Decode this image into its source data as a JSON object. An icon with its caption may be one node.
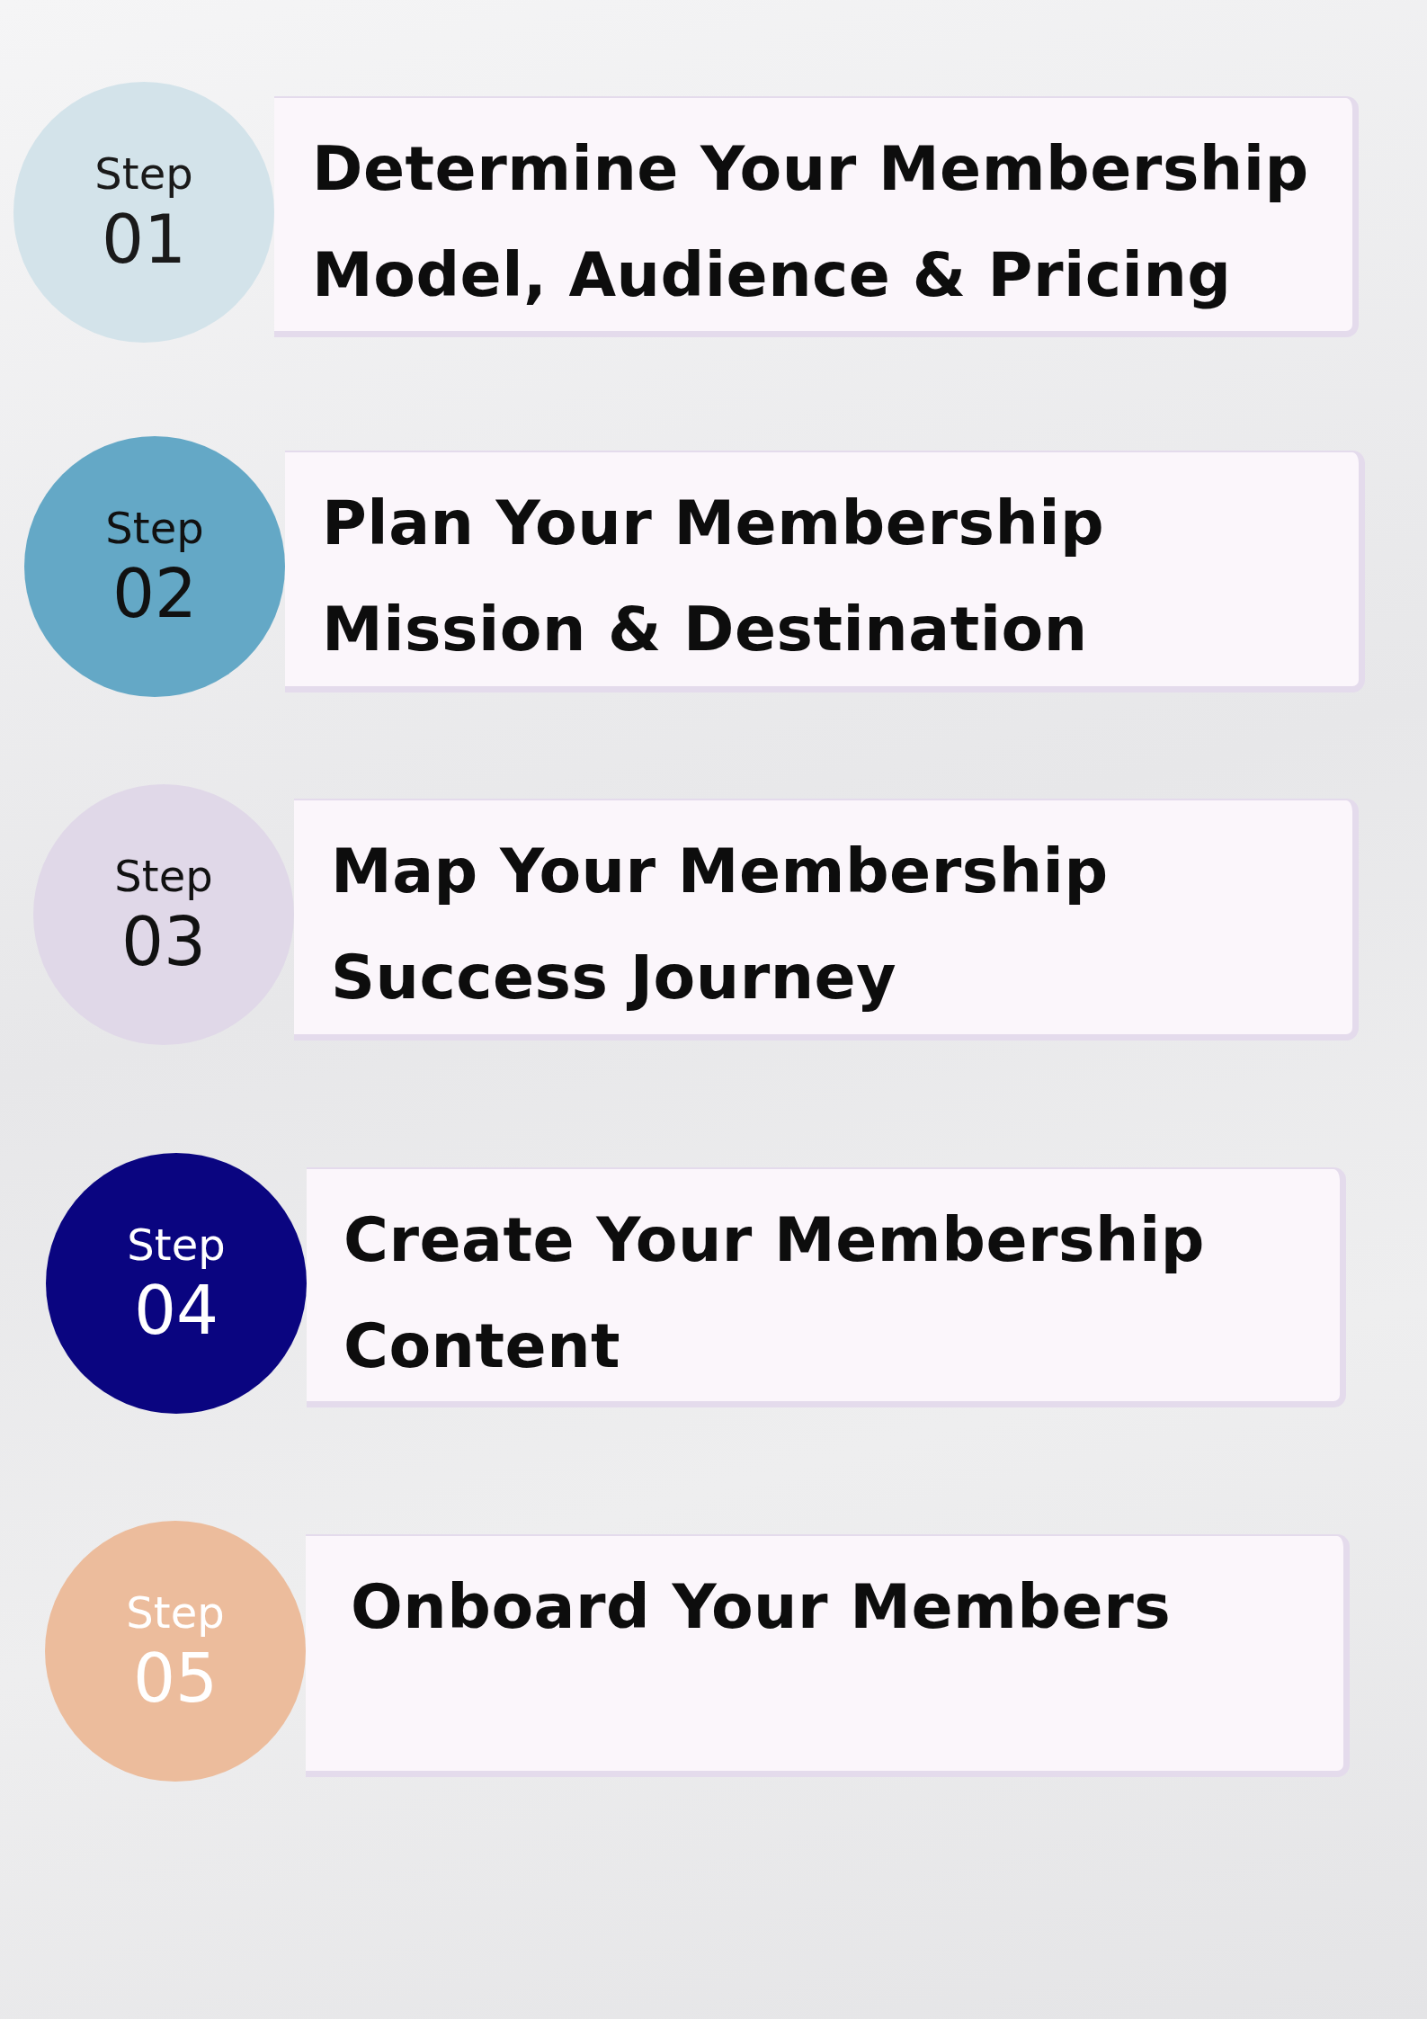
{
  "diagram": {
    "nodes": [
      {
        "text": [
          "Step",
          "01"
        ]
      },
      {
        "text": [
          "Determine Your Membership Model, Audience & Pricing"
        ]
      },
      {
        "text": [
          "Step",
          "02"
        ]
      },
      {
        "text": [
          "Plan Your Membership Mission & Destination"
        ]
      },
      {
        "text": [
          "Step",
          "03"
        ]
      },
      {
        "text": [
          "Map Your Membership Success Journey"
        ]
      },
      {
        "text": [
          "Step",
          "04"
        ]
      },
      {
        "text": [
          "Create Your Membership Content"
        ]
      },
      {
        "text": [
          "Step",
          "05"
        ]
      },
      {
        "text": [
          "Onboard Your Members"
        ]
      }
    ]
  }
}
